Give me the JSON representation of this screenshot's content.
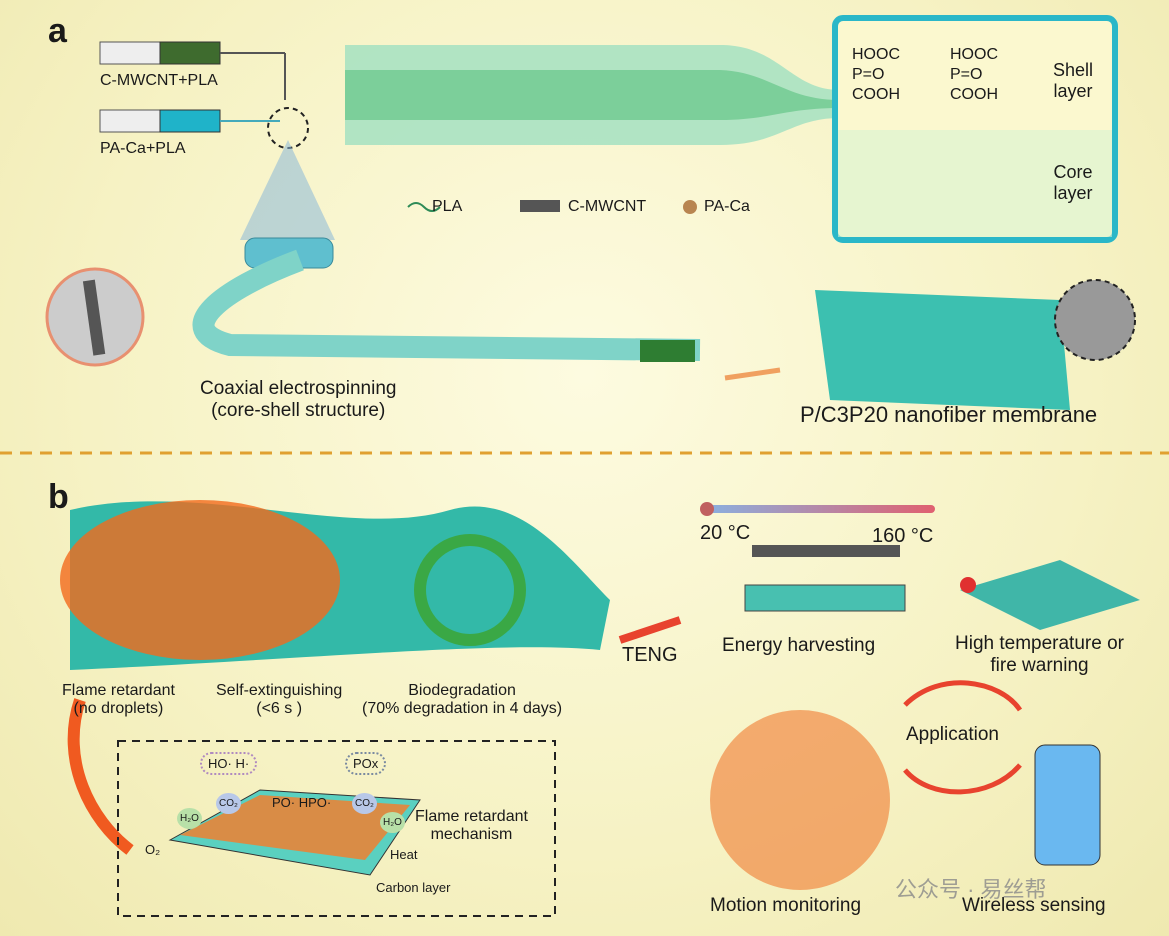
{
  "panel_a": {
    "letter": "a",
    "syringe_top": "C-MWCNT+PLA",
    "syringe_bottom": "PA-Ca+PLA",
    "legend": [
      "PLA",
      "C-MWCNT",
      "PA-Ca"
    ],
    "shell_label": "Shell layer",
    "core_label": "Core layer",
    "chem": [
      "HOOC",
      "P=O",
      "COOH",
      "HOOC",
      "P=O",
      "COOH"
    ],
    "process_caption": [
      "Coaxial electrospinning",
      "(core-shell structure)"
    ],
    "membrane_caption": "P/C3P20 nanofiber membrane"
  },
  "panel_b": {
    "letter": "b",
    "flame_caption": [
      "Flame retardant",
      "(no droplets)"
    ],
    "self_ext_caption": [
      "Self-extinguishing",
      "(<6 s )"
    ],
    "biodeg_caption": [
      "Biodegradation",
      "(70% degradation in 4 days)"
    ],
    "teng_label": "TENG",
    "temp_low": "20 °C",
    "temp_high": "160 °C",
    "energy_label": "Energy harvesting",
    "fire_warning_label": [
      "High temperature or",
      "fire warning"
    ],
    "application_label": "Application",
    "motion_label": "Motion monitoring",
    "wireless_label": "Wireless sensing",
    "mechanism": {
      "title": [
        "Flame retardant",
        "mechanism"
      ],
      "radicals": "HO· H·",
      "pox": "POx",
      "po": "PO·  HPO·",
      "co2": "CO₂",
      "h2o": "H₂O",
      "o2": "O₂",
      "heat": "Heat",
      "carbon": "Carbon layer"
    }
  },
  "watermark": "公众号 · 易丝帮",
  "colors": {
    "accent_red": "#e8432e",
    "fiber_teal": "#2fb8a8",
    "divider": "#e0a030"
  }
}
